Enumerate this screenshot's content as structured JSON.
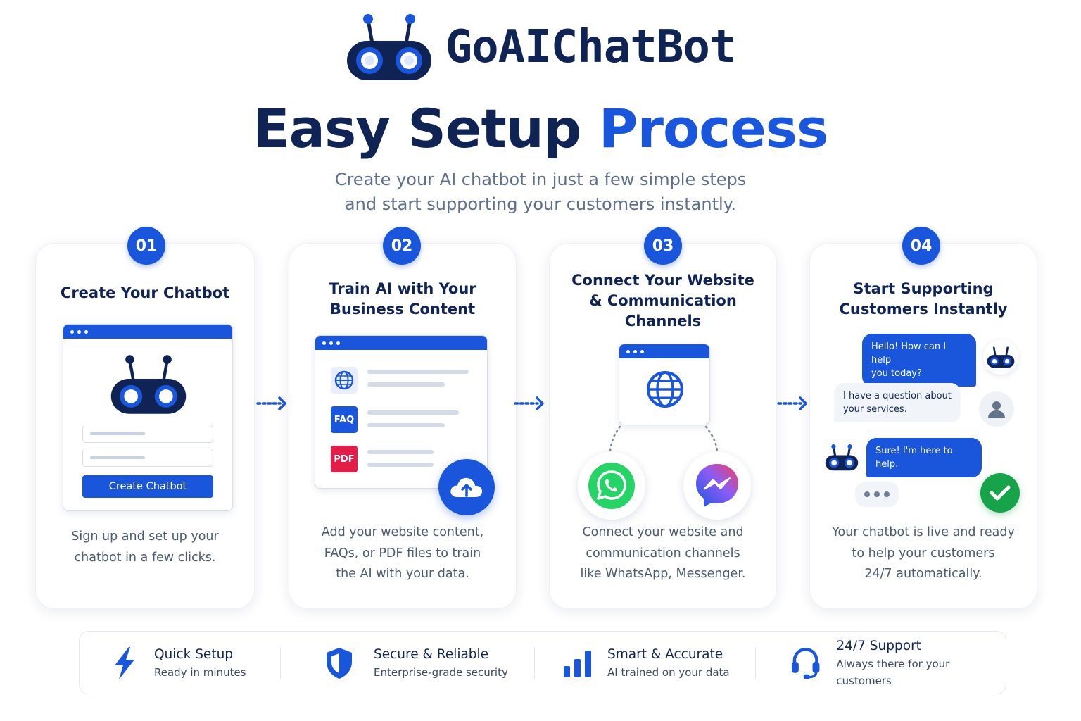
{
  "brand": {
    "name": "GoAIChatBot"
  },
  "hero": {
    "title_main": "Easy Setup",
    "title_accent": "Process",
    "subtitle_line1": "Create your AI chatbot in just a few simple steps",
    "subtitle_line2": "and start supporting your customers instantly."
  },
  "steps": [
    {
      "number": "01",
      "title_lines": [
        "Create Your Chatbot"
      ],
      "button_label": "Create Chatbot",
      "desc_lines": [
        "Sign up and set up your",
        "chatbot in a few clicks."
      ]
    },
    {
      "number": "02",
      "title_lines": [
        "Train AI with Your",
        "Business Content"
      ],
      "faq_label": "FAQ",
      "pdf_label": "PDF",
      "desc_lines": [
        "Add your website content,",
        "FAQs, or PDF files to train",
        "the AI with your data."
      ]
    },
    {
      "number": "03",
      "title_lines": [
        "Connect Your Website",
        "& Communication",
        "Channels"
      ],
      "desc_lines": [
        "Connect your website and",
        "communication channels",
        "like WhatsApp, Messenger."
      ]
    },
    {
      "number": "04",
      "title_lines": [
        "Start Supporting",
        "Customers Instantly"
      ],
      "chat": {
        "bot_msg_1": [
          "Hello! How can I help",
          "you today?"
        ],
        "user_msg": [
          "I have a question about",
          "your services."
        ],
        "bot_msg_2": [
          "Sure! I'm here to help."
        ]
      },
      "desc_lines": [
        "Your chatbot is live and ready",
        "to help your customers",
        "24/7 automatically."
      ]
    }
  ],
  "features": [
    {
      "icon": "lightning-icon",
      "title": "Quick Setup",
      "subtitle": "Ready in minutes"
    },
    {
      "icon": "shield-icon",
      "title": "Secure & Reliable",
      "subtitle": "Enterprise-grade security"
    },
    {
      "icon": "bar-chart-icon",
      "title": "Smart & Accurate",
      "subtitle": "AI trained on your data"
    },
    {
      "icon": "headset-icon",
      "title": "24/7 Support",
      "subtitle": "Always there for your customers"
    }
  ],
  "colors": {
    "primary": "#1a56db",
    "navy": "#0f2455",
    "whatsapp": "#25d366",
    "success": "#16a34a",
    "pdf": "#e11d48"
  }
}
